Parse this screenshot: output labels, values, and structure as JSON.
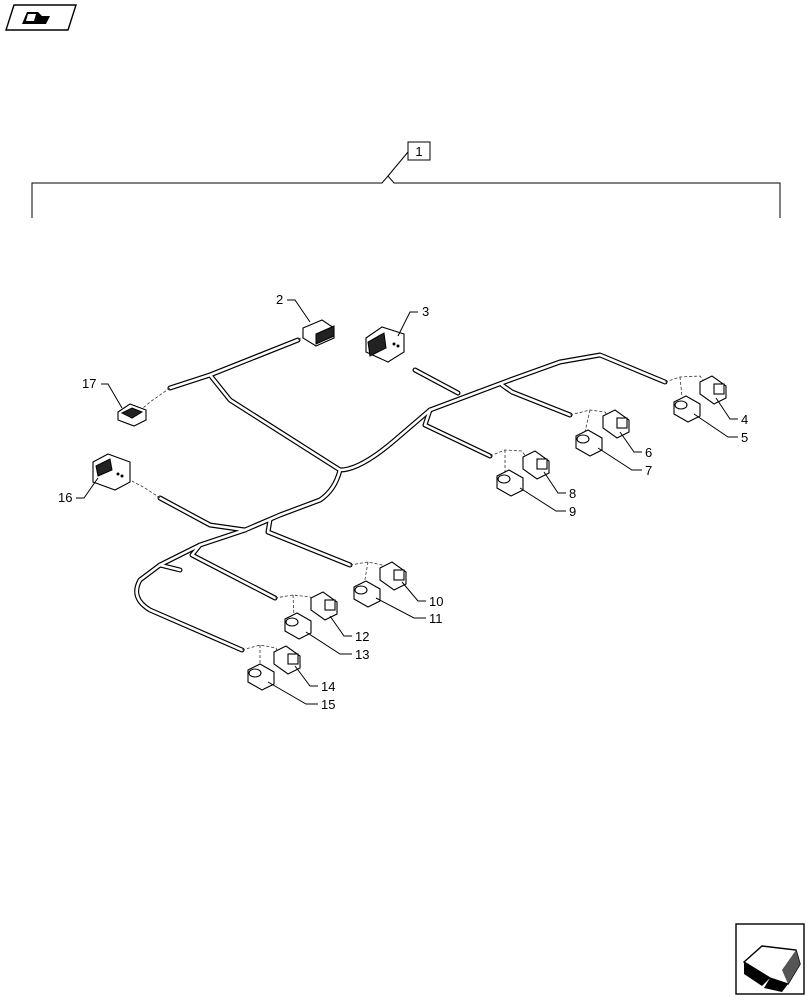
{
  "header": {
    "icon": "book-open-icon"
  },
  "assembly_label": "1",
  "parts": [
    {
      "id": "2"
    },
    {
      "id": "3"
    },
    {
      "id": "4"
    },
    {
      "id": "5"
    },
    {
      "id": "6"
    },
    {
      "id": "7"
    },
    {
      "id": "8"
    },
    {
      "id": "9"
    },
    {
      "id": "10"
    },
    {
      "id": "11"
    },
    {
      "id": "12"
    },
    {
      "id": "13"
    },
    {
      "id": "14"
    },
    {
      "id": "15"
    },
    {
      "id": "16"
    },
    {
      "id": "17"
    }
  ],
  "footer": {
    "icon": "next-page-arrow-icon"
  }
}
